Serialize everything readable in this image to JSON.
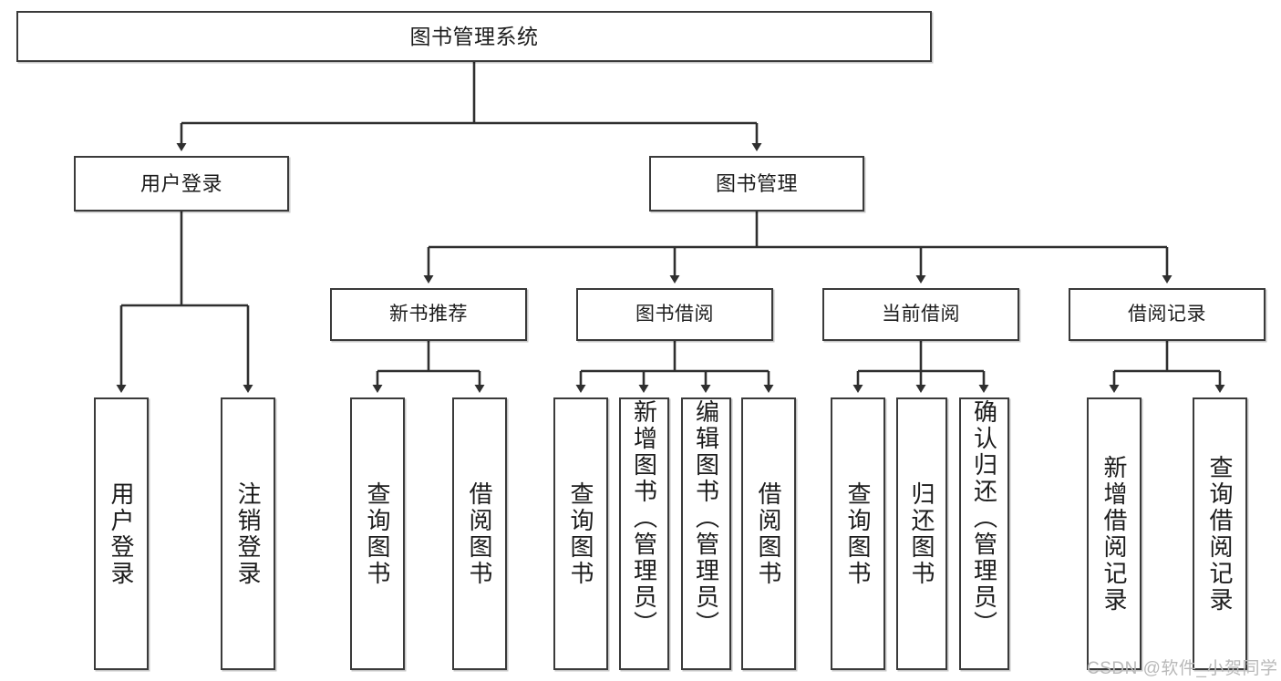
{
  "diagram": {
    "title": "图书管理系统",
    "watermark": "CSDN @软件_小贺同学",
    "colors": {
      "box_border": "#3a3a3a",
      "box_fill": "#ffffff",
      "connector": "#2f2f2f",
      "text": "#1c1c1c",
      "watermark": "#b9b9b9"
    },
    "root": {
      "label": "图书管理系统"
    },
    "level2": [
      {
        "label": "用户登录"
      },
      {
        "label": "图书管理"
      }
    ],
    "level3": [
      {
        "label": "新书推荐"
      },
      {
        "label": "图书借阅"
      },
      {
        "label": "当前借阅"
      },
      {
        "label": "借阅记录"
      }
    ],
    "leaves": {
      "user_login": [
        {
          "label": "用户登录"
        },
        {
          "label": "注销登录"
        }
      ],
      "new_book": [
        {
          "label": "查询图书"
        },
        {
          "label": "借阅图书"
        }
      ],
      "book_borrow": [
        {
          "label": "查询图书"
        },
        {
          "label": "新增图书（管理员）"
        },
        {
          "label": "编辑图书（管理员）"
        },
        {
          "label": "借阅图书"
        }
      ],
      "current_borrow": [
        {
          "label": "查询图书"
        },
        {
          "label": "归还图书"
        },
        {
          "label": "确认归还（管理员）"
        }
      ],
      "borrow_record": [
        {
          "label": "新增借阅记录"
        },
        {
          "label": "查询借阅记录"
        }
      ]
    }
  }
}
